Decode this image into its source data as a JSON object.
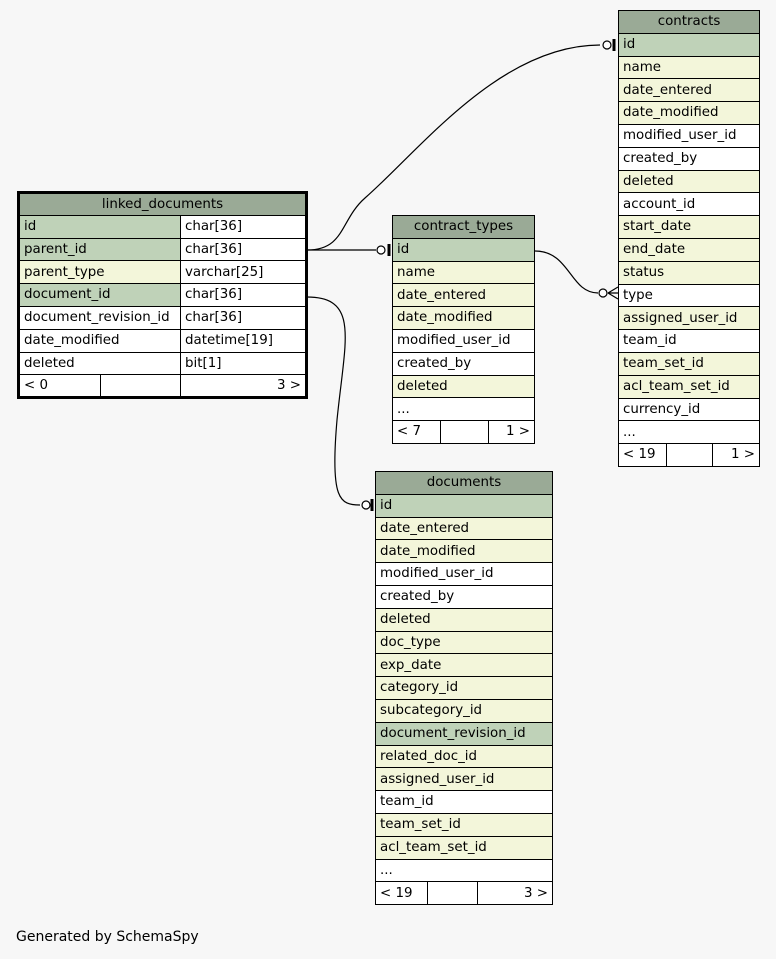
{
  "tables": {
    "linked_documents": {
      "name": "linked_documents",
      "rows": [
        {
          "col": "id",
          "type": "char[36]",
          "kind": "pk"
        },
        {
          "col": "parent_id",
          "type": "char[36]",
          "kind": "pk"
        },
        {
          "col": "parent_type",
          "type": "varchar[25]",
          "kind": "ix"
        },
        {
          "col": "document_id",
          "type": "char[36]",
          "kind": "pk"
        },
        {
          "col": "document_revision_id",
          "type": "char[36]",
          "kind": "pl"
        },
        {
          "col": "date_modified",
          "type": "datetime[19]",
          "kind": "pl"
        },
        {
          "col": "deleted",
          "type": "bit[1]",
          "kind": "pl"
        }
      ],
      "parents": "< 0",
      "children": "3 >"
    },
    "contract_types": {
      "name": "contract_types",
      "rows": [
        {
          "col": "id",
          "kind": "pk"
        },
        {
          "col": "name",
          "kind": "ix"
        },
        {
          "col": "date_entered",
          "kind": "ix"
        },
        {
          "col": "date_modified",
          "kind": "ix"
        },
        {
          "col": "modified_user_id",
          "kind": "pl"
        },
        {
          "col": "created_by",
          "kind": "pl"
        },
        {
          "col": "deleted",
          "kind": "ix"
        },
        {
          "col": "...",
          "kind": "pl"
        }
      ],
      "parents": "< 7",
      "children": "1 >"
    },
    "contracts": {
      "name": "contracts",
      "rows": [
        {
          "col": "id",
          "kind": "pk"
        },
        {
          "col": "name",
          "kind": "ix"
        },
        {
          "col": "date_entered",
          "kind": "ix"
        },
        {
          "col": "date_modified",
          "kind": "ix"
        },
        {
          "col": "modified_user_id",
          "kind": "pl"
        },
        {
          "col": "created_by",
          "kind": "pl"
        },
        {
          "col": "deleted",
          "kind": "ix"
        },
        {
          "col": "account_id",
          "kind": "pl"
        },
        {
          "col": "start_date",
          "kind": "ix"
        },
        {
          "col": "end_date",
          "kind": "ix"
        },
        {
          "col": "status",
          "kind": "ix"
        },
        {
          "col": "type",
          "kind": "pl"
        },
        {
          "col": "assigned_user_id",
          "kind": "ix"
        },
        {
          "col": "team_id",
          "kind": "pl"
        },
        {
          "col": "team_set_id",
          "kind": "ix"
        },
        {
          "col": "acl_team_set_id",
          "kind": "ix"
        },
        {
          "col": "currency_id",
          "kind": "pl"
        },
        {
          "col": "...",
          "kind": "pl"
        }
      ],
      "parents": "< 19",
      "children": "1 >"
    },
    "documents": {
      "name": "documents",
      "rows": [
        {
          "col": "id",
          "kind": "pk"
        },
        {
          "col": "date_entered",
          "kind": "ix"
        },
        {
          "col": "date_modified",
          "kind": "ix"
        },
        {
          "col": "modified_user_id",
          "kind": "pl"
        },
        {
          "col": "created_by",
          "kind": "pl"
        },
        {
          "col": "deleted",
          "kind": "ix"
        },
        {
          "col": "doc_type",
          "kind": "ix"
        },
        {
          "col": "exp_date",
          "kind": "ix"
        },
        {
          "col": "category_id",
          "kind": "ix"
        },
        {
          "col": "subcategory_id",
          "kind": "ix"
        },
        {
          "col": "document_revision_id",
          "kind": "pk"
        },
        {
          "col": "related_doc_id",
          "kind": "ix"
        },
        {
          "col": "assigned_user_id",
          "kind": "ix"
        },
        {
          "col": "team_id",
          "kind": "pl"
        },
        {
          "col": "team_set_id",
          "kind": "ix"
        },
        {
          "col": "acl_team_set_id",
          "kind": "ix"
        },
        {
          "col": "...",
          "kind": "pl"
        }
      ],
      "parents": "< 19",
      "children": "3 >"
    }
  },
  "colors": {
    "background": "#f7f7f7",
    "header": "#9aaa96",
    "primary_key": "#bfd2b8",
    "indexed": "#f3f6da",
    "plain": "#ffffff"
  },
  "footer": "Generated by SchemaSpy"
}
